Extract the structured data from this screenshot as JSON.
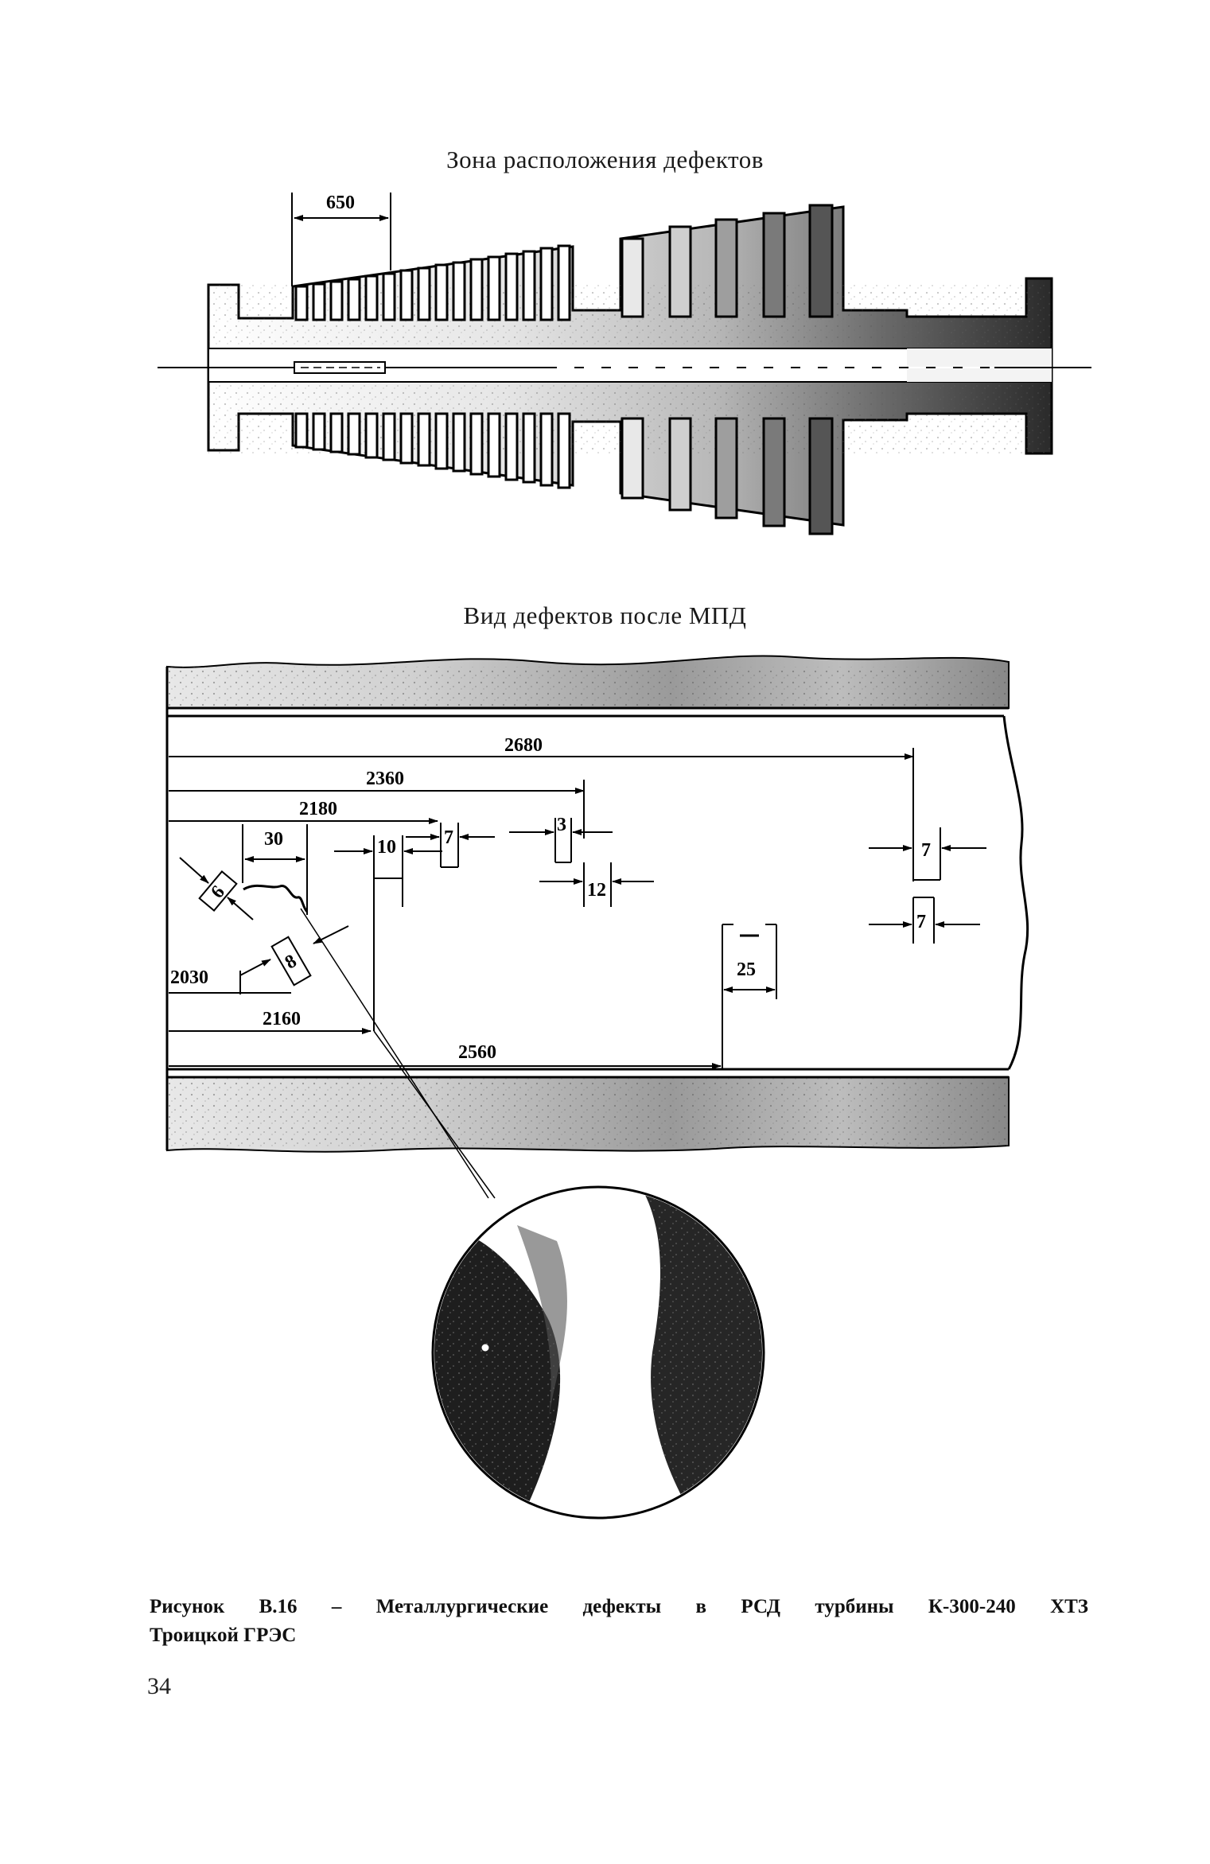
{
  "figure": {
    "top_heading": "Зона расположения дефектов",
    "middle_heading": "Вид дефектов после МПД",
    "rotor_zone_label": "650",
    "dimension_labels": {
      "d2680": "2680",
      "d2360": "2360",
      "d2180": "2180",
      "d30": "30",
      "d10": "10",
      "d7a": "7",
      "d3": "3",
      "d12": "12",
      "d7b": "7",
      "d7c": "7",
      "d6": "6",
      "d8": "8",
      "d2030": "2030",
      "d2160": "2160",
      "d2560": "2560",
      "d25": "25"
    }
  },
  "caption": {
    "line1_words": [
      "Рисунок",
      "В.16",
      "–",
      "Металлургические",
      "дефекты",
      "в",
      "РСД",
      "турбины",
      "К-300-240",
      "ХТЗ"
    ],
    "line2": "Троицкой ГРЭС"
  },
  "page_number": "34",
  "colors": {
    "ink": "#111111",
    "paper": "#ffffff",
    "shade": "#8a8a8a"
  }
}
